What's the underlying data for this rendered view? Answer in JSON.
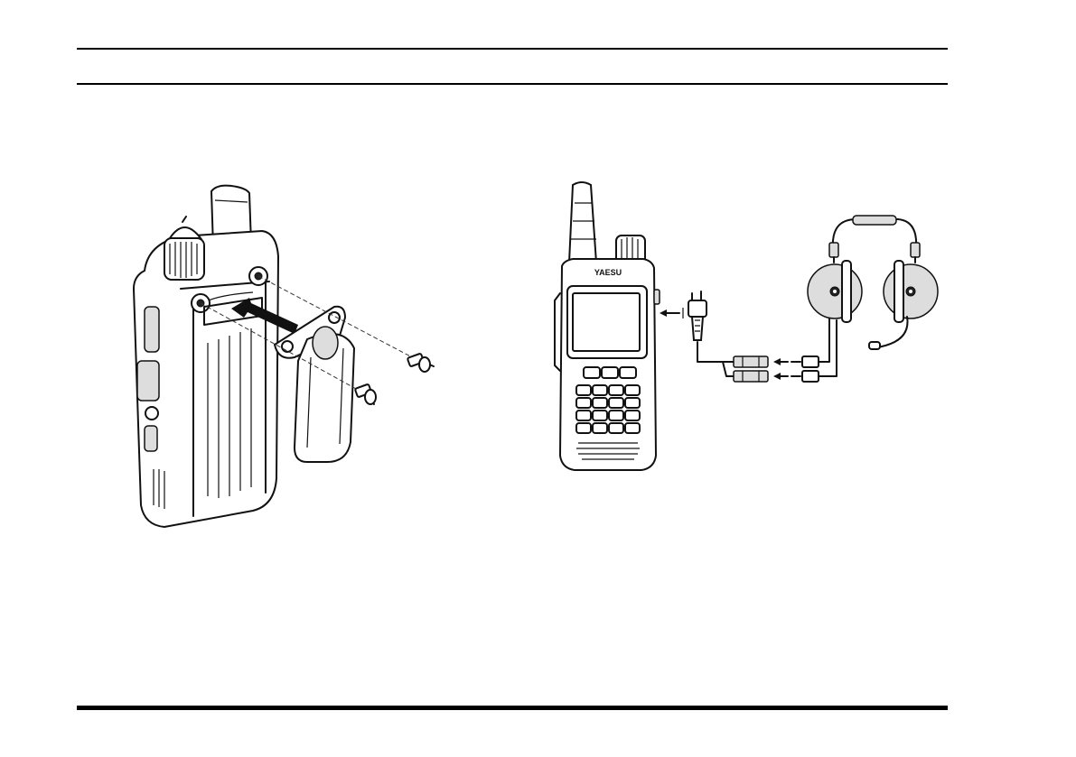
{
  "page": {
    "header_text": "",
    "footer_text": ""
  },
  "figures": [
    {
      "id": "belt-clip-installation",
      "description_visible_text": "",
      "parts": [
        "transceiver-rear",
        "antenna",
        "volume-knob",
        "belt-clip",
        "screws",
        "insertion-arrow"
      ]
    },
    {
      "id": "headset-connection",
      "brand_mark": "YAESU",
      "parts": [
        "transceiver-front",
        "antenna",
        "dial-knob",
        "lcd-display",
        "keypad",
        "adapter-cable",
        "headset",
        "boom-microphone"
      ]
    }
  ]
}
